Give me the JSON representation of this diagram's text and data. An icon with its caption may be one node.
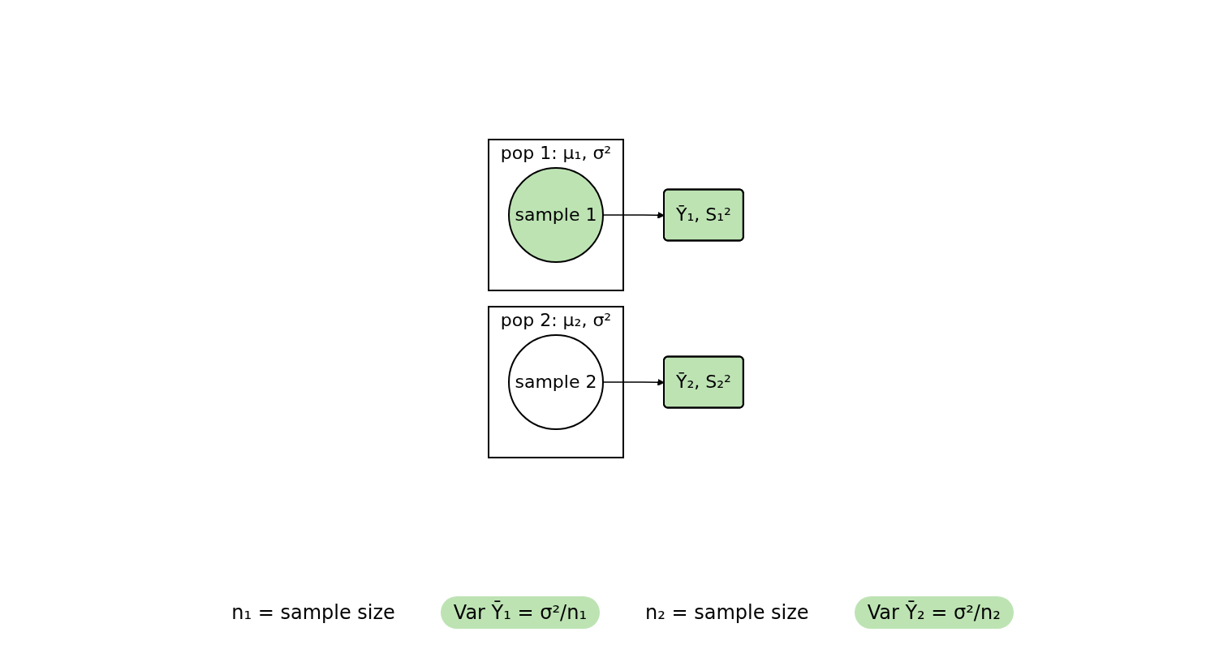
{
  "diagram": {
    "nodes": [
      {
        "text": [
          "pop 1: μ₁, σ²"
        ]
      },
      {
        "text": [
          "sample 1"
        ],
        "in": 0
      },
      {
        "text": [
          "Ȳ₁, S₁²"
        ]
      },
      {
        "text": [
          "pop 2: μ₂, σ²"
        ]
      },
      {
        "text": [
          "sample 2"
        ],
        "in": 3
      },
      {
        "text": [
          "Ȳ₂, S₂²"
        ]
      }
    ],
    "edges": [
      {
        "from": 1,
        "to": 2,
        "arrow": "to"
      },
      {
        "from": 4,
        "to": 5,
        "arrow": "to"
      }
    ],
    "labels": [
      "n₁ = sample size",
      "Var Ȳ₁ = σ²/n₁",
      "n₂ = sample size",
      "Var Ȳ₂ = σ²/n₂"
    ]
  }
}
